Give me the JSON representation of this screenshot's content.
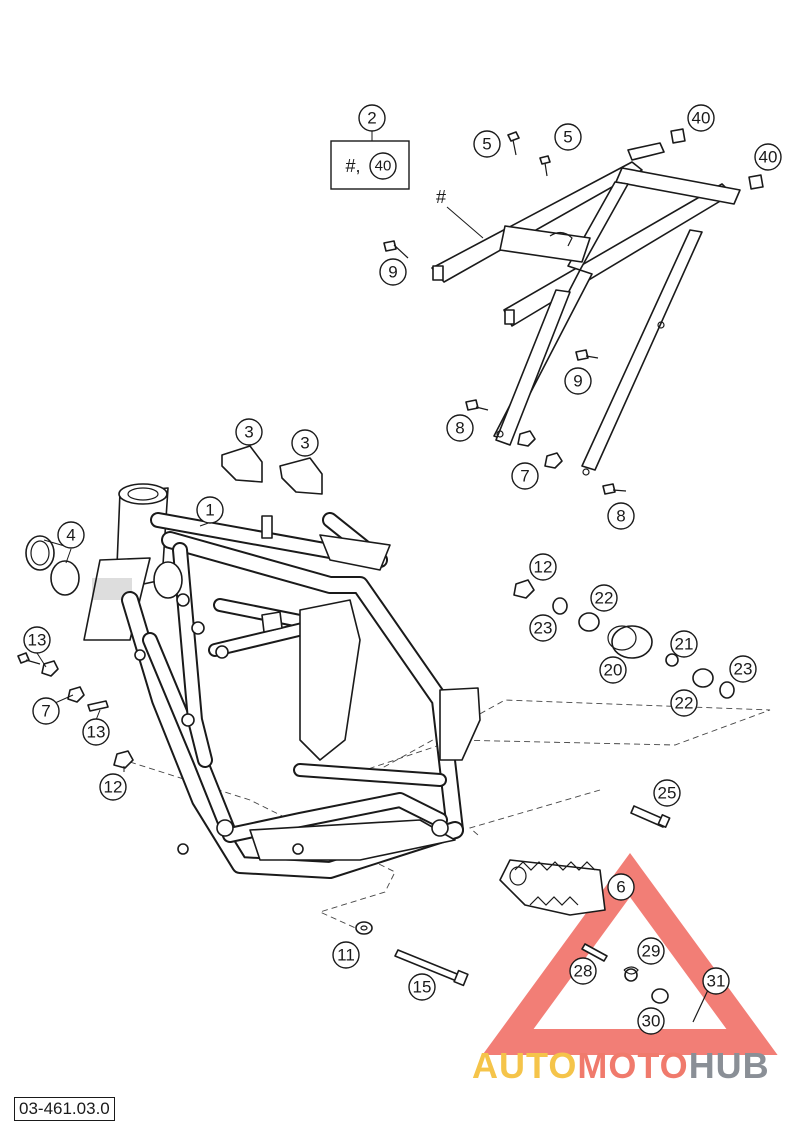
{
  "callouts": [
    {
      "id": "c-2",
      "label": "2"
    },
    {
      "id": "c-5a",
      "label": "5"
    },
    {
      "id": "c-5b",
      "label": "5"
    },
    {
      "id": "c-40a",
      "label": "40"
    },
    {
      "id": "c-40b",
      "label": "40"
    },
    {
      "id": "c-9a",
      "label": "9"
    },
    {
      "id": "c-9b",
      "label": "9"
    },
    {
      "id": "c-8a",
      "label": "8"
    },
    {
      "id": "c-8b",
      "label": "8"
    },
    {
      "id": "c-7a",
      "label": "7"
    },
    {
      "id": "c-7b",
      "label": "7"
    },
    {
      "id": "c-3a",
      "label": "3"
    },
    {
      "id": "c-3b",
      "label": "3"
    },
    {
      "id": "c-1",
      "label": "1"
    },
    {
      "id": "c-4",
      "label": "4"
    },
    {
      "id": "c-13a",
      "label": "13"
    },
    {
      "id": "c-13b",
      "label": "13"
    },
    {
      "id": "c-12a",
      "label": "12"
    },
    {
      "id": "c-12b",
      "label": "12"
    },
    {
      "id": "c-22a",
      "label": "22"
    },
    {
      "id": "c-22b",
      "label": "22"
    },
    {
      "id": "c-23a",
      "label": "23"
    },
    {
      "id": "c-23b",
      "label": "23"
    },
    {
      "id": "c-21",
      "label": "21"
    },
    {
      "id": "c-20",
      "label": "20"
    },
    {
      "id": "c-25",
      "label": "25"
    },
    {
      "id": "c-6",
      "label": "6"
    },
    {
      "id": "c-29",
      "label": "29"
    },
    {
      "id": "c-28",
      "label": "28"
    },
    {
      "id": "c-31",
      "label": "31"
    },
    {
      "id": "c-30",
      "label": "30"
    },
    {
      "id": "c-11",
      "label": "11"
    },
    {
      "id": "c-15",
      "label": "15"
    }
  ],
  "box_callout": {
    "hash": "#,",
    "number": "40"
  },
  "hash_marker": "#",
  "reference_code": "03-461.03.0",
  "watermark": {
    "part1": "AUTO",
    "part2": "MOTO",
    "part3": "HUB"
  },
  "colors": {
    "line": "#1a1a1a",
    "watermark_red": "#ee5a4f",
    "watermark_yellow": "#f5c44a",
    "watermark_gray": "#8a8f96"
  }
}
